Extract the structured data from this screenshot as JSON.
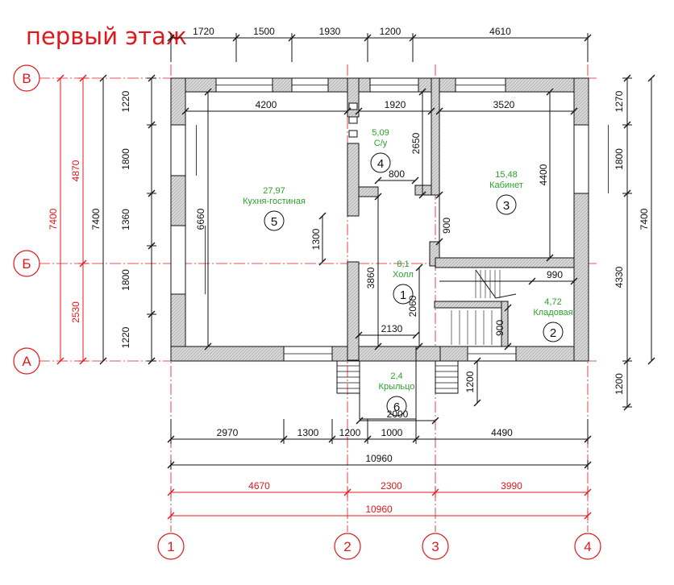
{
  "title": "первый этаж",
  "axes": {
    "rows": [
      "В",
      "Б",
      "А"
    ],
    "cols": [
      "1",
      "2",
      "3",
      "4"
    ]
  },
  "rooms": [
    {
      "num": "5",
      "area": "27,97",
      "name": "Кухня-гостиная"
    },
    {
      "num": "4",
      "area": "5,09",
      "name": "С/у"
    },
    {
      "num": "3",
      "area": "15,48",
      "name": "Кабинет"
    },
    {
      "num": "1",
      "area": "8,1",
      "name": "Холл"
    },
    {
      "num": "2",
      "area": "4,72",
      "name": "Кладовая"
    },
    {
      "num": "6",
      "area": "2,4",
      "name": "Крыльцо"
    }
  ],
  "dims": {
    "top": [
      "1720",
      "1500",
      "1930",
      "1200",
      "4610"
    ],
    "bottom1": [
      "2970",
      "1300",
      "1200",
      "1000",
      "4490"
    ],
    "bottom_total": "10960",
    "bottom_red": [
      "4670",
      "2300",
      "3990"
    ],
    "bottom_red_total": "10960",
    "left_red_total": "7400",
    "left_red": [
      "4870",
      "2530"
    ],
    "left_black_total": "7400",
    "left_black": [
      "1220",
      "1800",
      "1360",
      "1800",
      "1220"
    ],
    "right1": [
      "1270",
      "1800",
      "4330",
      "1200"
    ],
    "right_total": "7400",
    "inner": {
      "kitchen_w": "4200",
      "wc_w": "1920",
      "study_w": "3520",
      "kitchen_h": "6660",
      "wc_h": "2650",
      "study_h": "4400",
      "opening": "800",
      "door": "900",
      "hall_h": "3860",
      "kitchen_opening": "1300",
      "stair_w": "990",
      "pantry_h": "2060",
      "hall_w": "2130",
      "pantry_door": "900",
      "porch_w": "2000",
      "porch_d": "1200"
    }
  }
}
